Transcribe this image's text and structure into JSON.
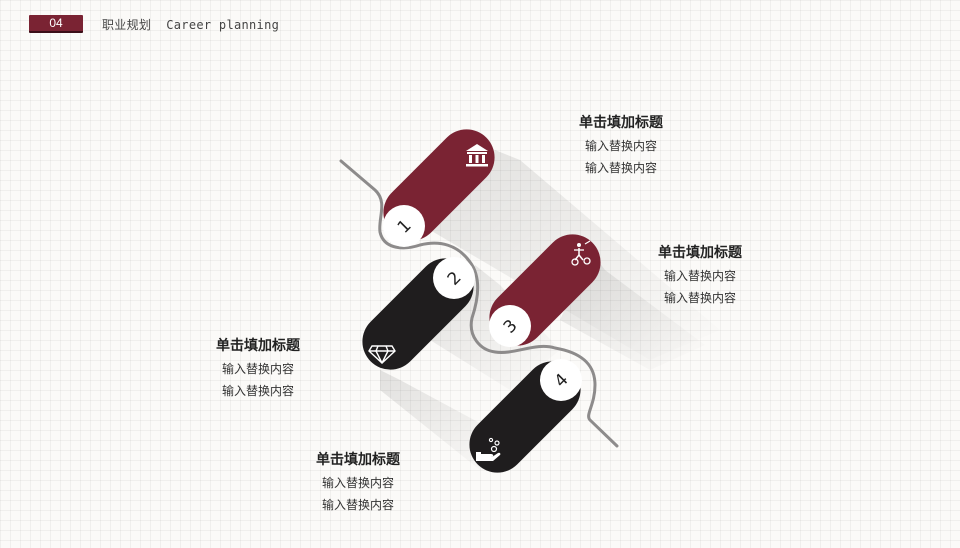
{
  "header": {
    "section_number": "04",
    "title": "职业规划  Career planning"
  },
  "steps": [
    {
      "number": "1",
      "icon": "bank-icon",
      "title": "单击填加标题",
      "line1": "输入替换内容",
      "line2": "输入替换内容",
      "color": "#7a2333"
    },
    {
      "number": "2",
      "icon": "diamond-icon",
      "title": "单击填加标题",
      "line1": "输入替换内容",
      "line2": "输入替换内容",
      "color": "#1f1d1e"
    },
    {
      "number": "3",
      "icon": "growth-icon",
      "title": "单击填加标题",
      "line1": "输入替换内容",
      "line2": "输入替换内容",
      "color": "#7a2333"
    },
    {
      "number": "4",
      "icon": "money-hand-icon",
      "title": "单击填加标题",
      "line1": "输入替换内容",
      "line2": "输入替换内容",
      "color": "#1f1d1e"
    }
  ]
}
